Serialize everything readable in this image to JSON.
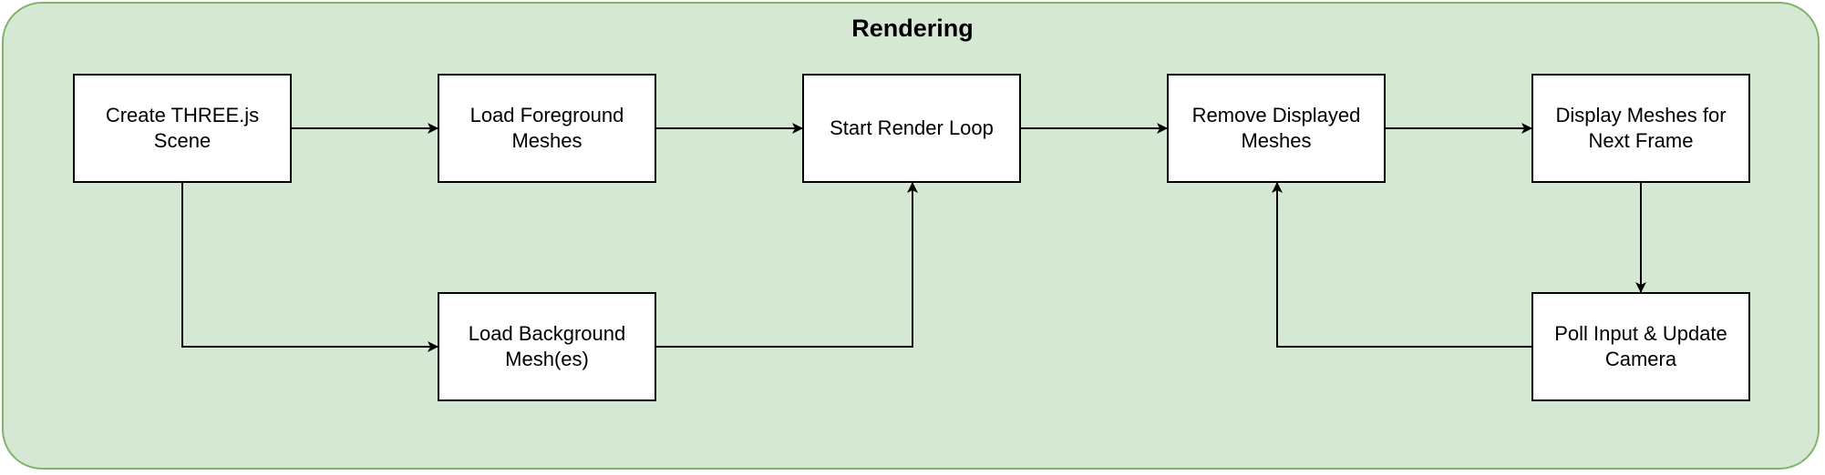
{
  "diagram": {
    "title": "Rendering",
    "colors": {
      "container_fill": "#d5e8d4",
      "container_border": "#82b366",
      "node_fill": "#ffffff",
      "node_border": "#000000",
      "edge": "#000000"
    },
    "nodes": [
      {
        "id": "create-scene",
        "label": "Create THREE.js\nScene"
      },
      {
        "id": "load-foreground",
        "label": "Load Foreground\nMeshes"
      },
      {
        "id": "start-render-loop",
        "label": "Start Render Loop"
      },
      {
        "id": "remove-displayed",
        "label": "Remove Displayed\nMeshes"
      },
      {
        "id": "display-meshes",
        "label": "Display Meshes for\nNext Frame"
      },
      {
        "id": "load-background",
        "label": "Load Background\nMesh(es)"
      },
      {
        "id": "poll-input",
        "label": "Poll Input & Update\nCamera"
      }
    ],
    "edges": [
      {
        "from": "create-scene",
        "to": "load-foreground"
      },
      {
        "from": "load-foreground",
        "to": "start-render-loop"
      },
      {
        "from": "start-render-loop",
        "to": "remove-displayed"
      },
      {
        "from": "remove-displayed",
        "to": "display-meshes"
      },
      {
        "from": "create-scene",
        "to": "load-background"
      },
      {
        "from": "load-background",
        "to": "start-render-loop"
      },
      {
        "from": "display-meshes",
        "to": "poll-input"
      },
      {
        "from": "poll-input",
        "to": "remove-displayed"
      }
    ]
  }
}
